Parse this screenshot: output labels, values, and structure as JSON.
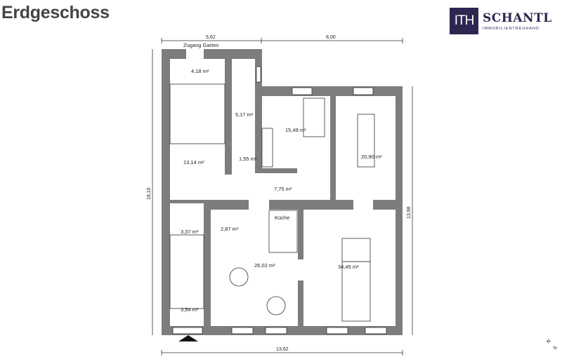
{
  "header": {
    "title": "Erdgeschoss"
  },
  "logo": {
    "mark": "ITH",
    "name": "SCHANTL",
    "subtitle": "IMMOBILIENTREUHAND"
  },
  "dimensions": {
    "top_left": "5,62",
    "top_right": "8,00",
    "left": "18,10",
    "right": "13,98",
    "bottom": "13,62"
  },
  "rooms": {
    "zugang": "Zugang Garten",
    "r1": "4,18 m²",
    "r2": "5,17 m²",
    "r3": "15,49 m²",
    "r4": "20,90 m²",
    "r5": "13,14 m²",
    "r6": "1,55 m²",
    "r7": "7,75 m²",
    "r8": "3,37 m²",
    "r9": "2,87 m²",
    "kueche": "Küche",
    "r10": "26,02 m²",
    "r11": "34,45 m²",
    "r12": "3,54 m²"
  },
  "compass": {
    "n": "N",
    "s": "S"
  }
}
